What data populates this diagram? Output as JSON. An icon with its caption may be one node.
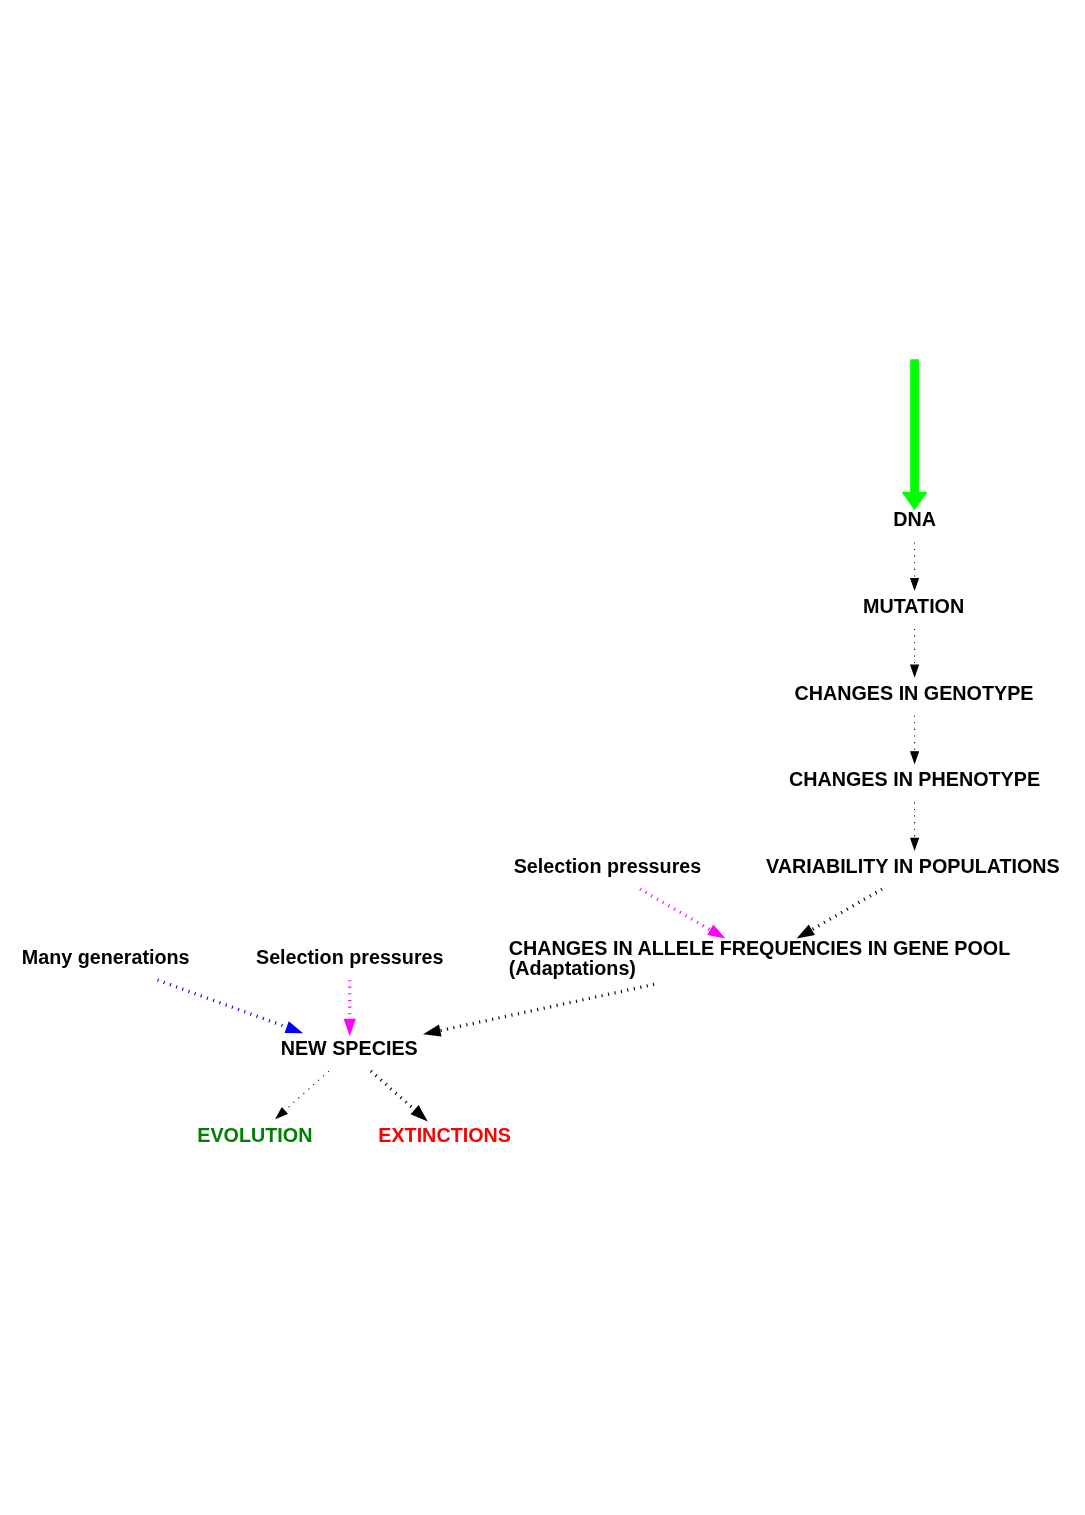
{
  "diagram": {
    "nodes": [
      {
        "text": [
          "DNA"
        ]
      },
      {
        "text": [
          "MUTATION"
        ]
      },
      {
        "text": [
          "CHANGES IN GENOTYPE"
        ]
      },
      {
        "text": [
          "CHANGES IN PHENOTYPE"
        ]
      },
      {
        "text": [
          "VARIABILITY IN POPULATIONS"
        ]
      },
      {
        "text": [
          "CHANGES IN ALLELE FREQUENCIES IN GENE POOL",
          "(Adaptations)"
        ]
      },
      {
        "text": [
          "Selection pressures"
        ]
      },
      {
        "text": [
          "Many generations"
        ]
      },
      {
        "text": [
          "Selection pressures"
        ]
      },
      {
        "text": [
          "NEW SPECIES"
        ]
      },
      {
        "text": [
          "EVOLUTION"
        ]
      },
      {
        "text": [
          "EXTINCTIONS"
        ]
      }
    ],
    "edges": [
      {
        "from": 0,
        "to": 1,
        "arrow": "to",
        "style": "dashed"
      },
      {
        "from": 1,
        "to": 2,
        "arrow": "to",
        "style": "dashed"
      },
      {
        "from": 2,
        "to": 3,
        "arrow": "to",
        "style": "dashed"
      },
      {
        "from": 3,
        "to": 4,
        "arrow": "to",
        "style": "dashed"
      },
      {
        "from": 4,
        "to": 5,
        "arrow": "to",
        "style": "dashed"
      },
      {
        "from": 6,
        "to": 5,
        "arrow": "to",
        "style": "dashed",
        "color": "#ff00ff"
      },
      {
        "from": 5,
        "to": 9,
        "arrow": "to",
        "style": "dashed"
      },
      {
        "from": 7,
        "to": 9,
        "arrow": "to",
        "style": "dashed",
        "color": "#0000ff"
      },
      {
        "from": 8,
        "to": 9,
        "arrow": "to",
        "style": "dashed",
        "color": "#ff00ff"
      },
      {
        "from": 9,
        "to": 10,
        "arrow": "to",
        "style": "dashed"
      },
      {
        "from": 9,
        "to": 11,
        "arrow": "to",
        "style": "dashed"
      },
      {
        "from": null,
        "to": 0,
        "arrow": "to",
        "style": "thick",
        "color": "#00ff00"
      }
    ]
  }
}
